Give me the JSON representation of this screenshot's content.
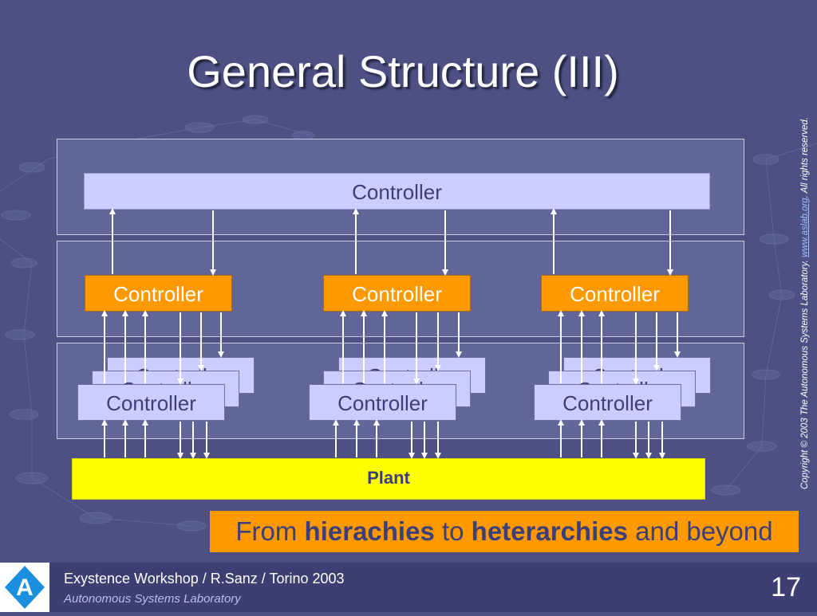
{
  "slide": {
    "title": "General Structure (III)"
  },
  "diagram": {
    "top_controller": "Controller",
    "mid_controllers": [
      "Controller",
      "Controller",
      "Controller"
    ],
    "low_controllers": [
      "Controller",
      "Controller",
      "Controller",
      "Controller",
      "Controller",
      "Controller",
      "Controller",
      "Controller",
      "Controller"
    ],
    "plant": "Plant"
  },
  "banner": {
    "t1": "From ",
    "b1": "hierachies",
    "t2": " to ",
    "b2": "heterarchies",
    "t3": " and beyond"
  },
  "copyright": {
    "prefix": "Copyright © 2003 The Autonomous Systems Laboratory. ",
    "link": "www.aslab.org",
    "suffix": ". All rights reserved."
  },
  "footer": {
    "logo_letter": "A",
    "line1": "Exystence Workshop / R.Sanz / Torino 2003",
    "line2": "Autonomous Systems Laboratory",
    "page": "17"
  },
  "colors": {
    "background": "#4e5084",
    "band": "#626598",
    "controller_light": "#ccccff",
    "controller_orange": "#ff9900",
    "plant": "#ffff00",
    "footer": "#3d3f73",
    "logo_blue": "#1a8fe0"
  }
}
